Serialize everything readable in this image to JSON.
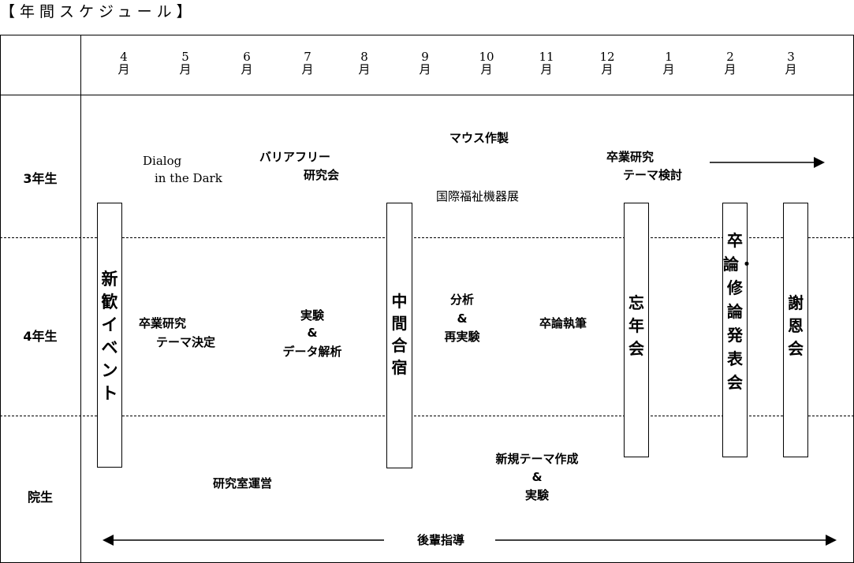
{
  "title": "【年間スケジュール】",
  "months": [
    {
      "num": "4",
      "unit": "月"
    },
    {
      "num": "5",
      "unit": "月"
    },
    {
      "num": "6",
      "unit": "月"
    },
    {
      "num": "7",
      "unit": "月"
    },
    {
      "num": "8",
      "unit": "月"
    },
    {
      "num": "9",
      "unit": "月"
    },
    {
      "num": "10",
      "unit": "月"
    },
    {
      "num": "11",
      "unit": "月"
    },
    {
      "num": "12",
      "unit": "月"
    },
    {
      "num": "1",
      "unit": "月"
    },
    {
      "num": "2",
      "unit": "月"
    },
    {
      "num": "3",
      "unit": "月"
    }
  ],
  "rows": {
    "year3": "3年生",
    "year4": "4年生",
    "grad": "院生"
  },
  "year3": {
    "dialog_line1": "Dialog",
    "dialog_line2": "in the Dark",
    "barrierfree_line1": "バリアフリー",
    "barrierfree_line2": "研究会",
    "mouse": "マウス作製",
    "expo": "国際福祉機器展",
    "theme_line1": "卒業研究",
    "theme_line2": "テーマ検討"
  },
  "year4": {
    "decide_line1": "卒業研究",
    "decide_line2": "テーマ決定",
    "exp_line1": "実験",
    "exp_line2": "&",
    "exp_line3": "データ解析",
    "analysis_line1": "分析",
    "analysis_line2": "&",
    "analysis_line3": "再実験",
    "writing": "卒論執筆"
  },
  "grad": {
    "lab": "研究室運営",
    "newtheme_line1": "新規テーマ作成",
    "newtheme_line2": "&",
    "newtheme_line3": "実験",
    "mentor": "後輩指導"
  },
  "events": {
    "welcome": "新歓イベント",
    "camp": "中間合宿",
    "bonenkai": "忘年会",
    "thesis": "卒論・修論発表会",
    "shaonkai": "謝恩会"
  }
}
